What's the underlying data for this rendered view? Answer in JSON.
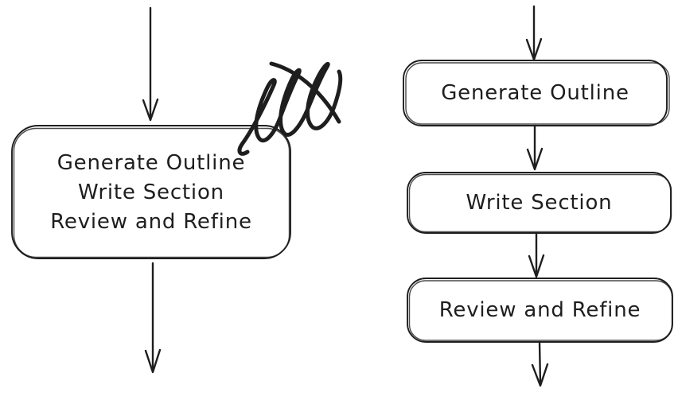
{
  "canvas": {
    "background": "#ffffff",
    "stroke_color": "#1e1e1e",
    "style": "hand-drawn flowchart"
  },
  "left_flow": {
    "box_lines": [
      "Generate Outline",
      "Write Section",
      "Review and Refine"
    ],
    "annotation_icon": "scribble-rejection-icon"
  },
  "right_flow": {
    "steps": [
      {
        "label": "Generate Outline"
      },
      {
        "label": "Write Section"
      },
      {
        "label": "Review and Refine"
      }
    ]
  }
}
